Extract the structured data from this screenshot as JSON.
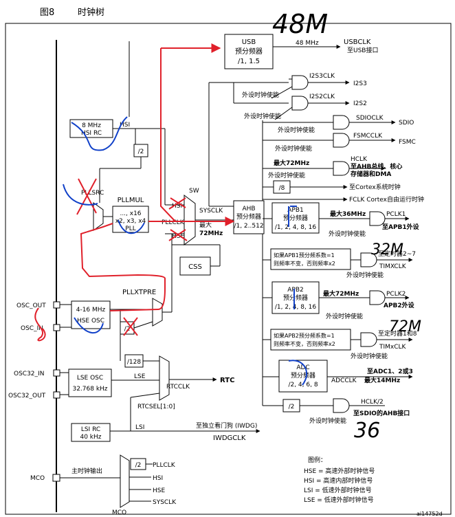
{
  "figure": {
    "number": "图8",
    "title": "时钟树",
    "corner_id": "ai14752d"
  },
  "blocks": {
    "usb": [
      "USB",
      "预分频器",
      "/1, 1.5"
    ],
    "hsirc": [
      "8 MHz",
      "HSI RC"
    ],
    "div2_hsi": "/2",
    "pllmul": [
      "PLLMUL",
      "..., x16",
      "x2, x3, x4",
      "PLL"
    ],
    "ahb": [
      "AHB",
      "预分频器",
      "/1, 2..512"
    ],
    "apb1": [
      "APB1",
      "预分频器",
      "/1, 2, 4, 8, 16"
    ],
    "note_apb1": [
      "如果APB1预分频系数=1",
      "则频率不变，否则频率x2"
    ],
    "css": "CSS",
    "apb2": [
      "APB2",
      "预分频器",
      "/1, 2, 4, 8, 16"
    ],
    "note_apb2": [
      "如果APB2预分频系数=1",
      "则频率不变，否则频率x2"
    ],
    "hseosc": [
      "4-16 MHz",
      "HSE OSC"
    ],
    "div2_hse": "/2",
    "div128": "/128",
    "adc": [
      "ADC",
      "预分频器",
      "/2, 4, 6, 8"
    ],
    "lseosc": [
      "LSE OSC",
      "32.768 kHz"
    ],
    "lsirc": [
      "LSI RC",
      "40 kHz"
    ],
    "div8": "/8",
    "div2_sdio": "/2",
    "div2_mco": "/2"
  },
  "labels": {
    "mhz48": "48 MHz",
    "usbclk": "USBCLK",
    "to_usb": "至USB接口",
    "i2s3clk": "I2S3CLK",
    "i2s3": "I2S3",
    "i2s2clk": "I2S2CLK",
    "i2s2": "I2S2",
    "sdioclk": "SDIOCLK",
    "sdio": "SDIO",
    "fsmcclk": "FSMCCLK",
    "fsmc": "FSMC",
    "hclk": "HCLK",
    "to_ahb": "至AHB总线、核心",
    "mem_dma": "存储器和DMA",
    "max72": "最大72MHz",
    "cortex": "至Cortex系统时钟",
    "fclk": "FCLK Cortex自由运行时钟",
    "hsi": "HSI",
    "pllsrc": "PLLSRC",
    "sw": "SW",
    "sw_hsi": "HSI",
    "sw_pllclk": "PLLCLK",
    "sw_hse": "HSE",
    "sysclk": "SYSCLK",
    "max_sys": "最大",
    "max_sys2": "72MHz",
    "max36": "最大36MHz",
    "pclk1": "PCLK1",
    "apb1out": "至APB1外设",
    "tim27": "至定时器2~7",
    "timxclk": "TIMXCLK",
    "pllxtpre": "PLLXTPRE",
    "osc_out": "OSC_OUT",
    "osc_in": "OSC_IN",
    "max72b": "最大72MHz",
    "pclk2": "PCLK2",
    "apb2out": "APB2外设",
    "tim18": "至定时器1和8",
    "timxclk2": "TIMxCLK",
    "to_adc": "至ADC1、2或3",
    "adcclk": "ADCCLK",
    "max14": "最大14MHz",
    "hclk2": "HCLK/2",
    "to_sdio": "至SDIO的AHB接口",
    "osc32in": "OSC32_IN",
    "osc32out": "OSC32_OUT",
    "lse": "LSE",
    "rtcclk": "RTCCLK",
    "rtc": "RTC",
    "rtcsel": "RTCSEL[1:0]",
    "iwdg": "至独立看门狗 (IWDG)",
    "iwdgclk": "IWDGCLK",
    "lsi": "LSI",
    "mco": "MCO",
    "mco_out": "主时钟输出",
    "mco_pllclk": "PLLCLK",
    "mco_hsi": "HSI",
    "mco_hse": "HSE",
    "mco_sysclk": "SYSCLK",
    "mco_sel": "MCO",
    "en": "外设时钟使能"
  },
  "legend": {
    "title": "图例：",
    "items": [
      "HSE = 高速外部时钟信号",
      "HSI = 高速内部时钟信号",
      "LSI = 低速外部时钟信号",
      "LSE = 低速外部时钟信号"
    ]
  },
  "handwritten": {
    "h48m": "48M",
    "h36m_a": "32M",
    "h36m_b": "72M",
    "h36": "36"
  },
  "colors": {
    "annotation_red": "#e0202a",
    "annotation_blue": "#1040c8",
    "line": "#000000"
  }
}
